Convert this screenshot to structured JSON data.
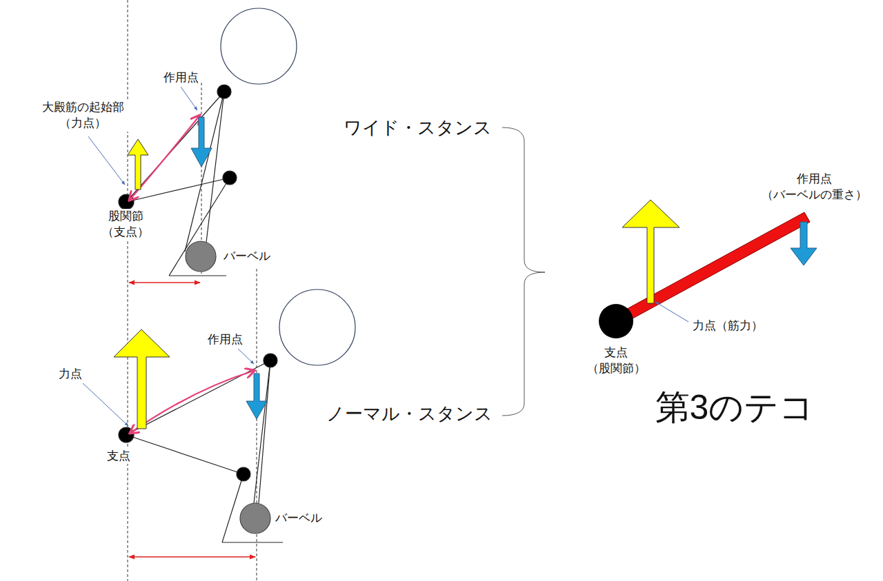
{
  "diagram": {
    "labels": [
      "作用点",
      "大殿筋の起始部 （力点）",
      "股関節 （支点）",
      "バーベル",
      "ワイド・スタンス",
      "力点",
      "作用点",
      "支点",
      "バーベル",
      "ノーマル・スタンス",
      "作用点 （バーベルの重さ）",
      "力点（筋力）",
      "支点 （股関節）",
      "第3のテコ"
    ]
  }
}
